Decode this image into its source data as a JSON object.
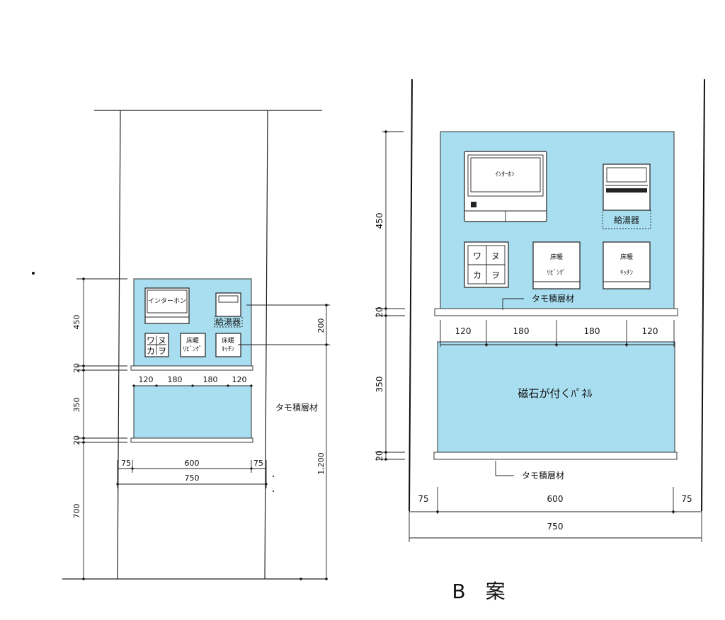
{
  "title": "B　案",
  "left": {
    "dims": {
      "h450": "450",
      "h20a": "20",
      "h350": "350",
      "h20b": "20",
      "h700": "700",
      "h200": "200",
      "h1200": "1,200",
      "w75a": "75",
      "w600": "600",
      "w75b": "75",
      "w750": "750",
      "s120a": "120",
      "s180a": "180",
      "s180b": "180",
      "s120b": "120"
    },
    "label_shelf": "タモ積層材",
    "intercom": "インターホン",
    "water_heater": "給湯器",
    "floor_heat_1": "床暖",
    "floor_heat_1_sub": "ﾘﾋﾞﾝｸﾞ",
    "floor_heat_2": "床暖",
    "floor_heat_2_sub": "ｷｯﾁﾝ",
    "switch": [
      "ワ",
      "ヌ",
      "カ",
      "ヲ"
    ]
  },
  "right": {
    "dims": {
      "h450": "450",
      "h20a": "20",
      "h350": "350",
      "h20b": "20",
      "w75a": "75",
      "w600": "600",
      "w75b": "75",
      "w750": "750",
      "s120a": "120",
      "s180a": "180",
      "s180b": "180",
      "s120b": "120"
    },
    "label_shelf_top": "タモ積層材",
    "label_shelf_bottom": "タモ積層材",
    "panel_text": "磁石が付くﾊﾟﾈﾙ",
    "intercom": "ｲﾝﾀｰﾎﾝ",
    "water_heater": "給湯器",
    "floor_heat_1": "床暖",
    "floor_heat_1_sub": "ﾘﾋﾞﾝｸﾞ",
    "floor_heat_2": "床暖",
    "floor_heat_2_sub": "ｷｯﾁﾝ",
    "switch": [
      "ワ",
      "ヌ",
      "カ",
      "ヲ"
    ]
  },
  "colors": {
    "panel": "#a9def0"
  }
}
